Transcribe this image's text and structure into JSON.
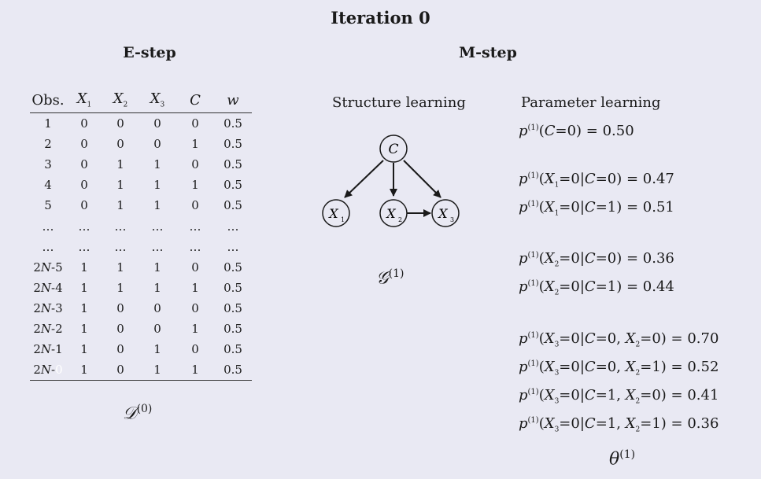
{
  "title": "Iteration 0",
  "estep": {
    "heading": "E-step",
    "columns": [
      "Obs.",
      "X1",
      "X2",
      "X3",
      "C",
      "w"
    ],
    "rows": [
      [
        "1",
        "0",
        "0",
        "0",
        "0",
        "0.5"
      ],
      [
        "2",
        "0",
        "0",
        "0",
        "1",
        "0.5"
      ],
      [
        "3",
        "0",
        "1",
        "1",
        "0",
        "0.5"
      ],
      [
        "4",
        "0",
        "1",
        "1",
        "1",
        "0.5"
      ],
      [
        "5",
        "0",
        "1",
        "1",
        "0",
        "0.5"
      ],
      [
        "…",
        "…",
        "…",
        "…",
        "…",
        "…"
      ],
      [
        "…",
        "…",
        "…",
        "…",
        "…",
        "…"
      ],
      [
        "2N-5",
        "1",
        "1",
        "1",
        "0",
        "0.5"
      ],
      [
        "2N-4",
        "1",
        "1",
        "1",
        "1",
        "0.5"
      ],
      [
        "2N-3",
        "1",
        "0",
        "0",
        "0",
        "0.5"
      ],
      [
        "2N-2",
        "1",
        "0",
        "0",
        "1",
        "0.5"
      ],
      [
        "2N-1",
        "1",
        "0",
        "1",
        "0",
        "0.5"
      ],
      [
        "2N-0",
        "1",
        "0",
        "1",
        "1",
        "0.5"
      ]
    ],
    "label": "D",
    "label_sup": "(0)"
  },
  "mstep": {
    "heading": "M-step",
    "structure": {
      "heading": "Structure learning",
      "nodes": {
        "c": "C",
        "x1": "X",
        "x2": "X",
        "x3": "X"
      },
      "node_subs": {
        "x1": "1",
        "x2": "2",
        "x3": "3"
      },
      "label": "G",
      "label_sup": "(1)"
    },
    "parameters": {
      "heading": "Parameter learning",
      "lines": [
        {
          "lhs": "p(1)(C=0)",
          "value": "0.50"
        },
        {
          "lhs": "p(1)(X1=0|C=0)",
          "value": "0.47"
        },
        {
          "lhs": "p(1)(X1=0|C=1)",
          "value": "0.51"
        },
        {
          "lhs": "p(1)(X2=0|C=0)",
          "value": "0.36"
        },
        {
          "lhs": "p(1)(X2=0|C=1)",
          "value": "0.44"
        },
        {
          "lhs": "p(1)(X3=0|C=0, X2=0)",
          "value": "0.70"
        },
        {
          "lhs": "p(1)(X3=0|C=0, X2=1)",
          "value": "0.52"
        },
        {
          "lhs": "p(1)(X3=0|C=1, X2=0)",
          "value": "0.41"
        },
        {
          "lhs": "p(1)(X3=0|C=1, X2=1)",
          "value": "0.36"
        }
      ],
      "label": "θ",
      "label_sup": "(1)"
    }
  },
  "colors": {
    "background": "#e9e9f3",
    "ink": "#1a1a1a",
    "faded": "#ffffff"
  }
}
